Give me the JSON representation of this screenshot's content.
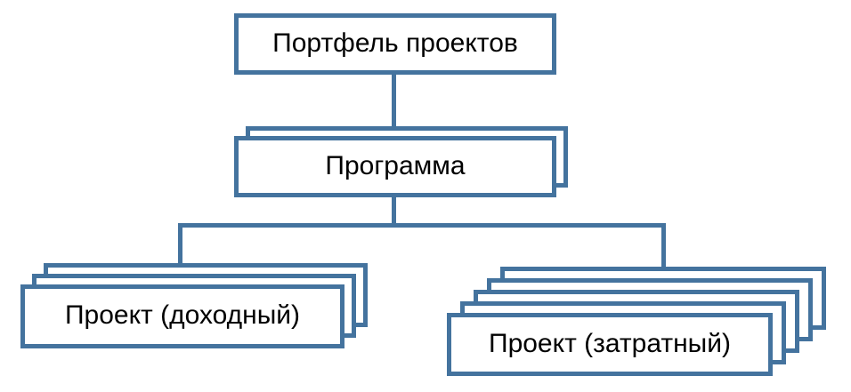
{
  "diagram": {
    "type": "hierarchy",
    "nodes": {
      "portfolio": {
        "label": "Портфель проектов",
        "stack_count": 1
      },
      "program": {
        "label": "Программа",
        "stack_count": 2
      },
      "project_income": {
        "label": "Проект (доходный)",
        "stack_count": 3
      },
      "project_expense": {
        "label": "Проект (затратный)",
        "stack_count": 5
      }
    },
    "edges": [
      {
        "from": "portfolio",
        "to": "program"
      },
      {
        "from": "program",
        "to": "project_income"
      },
      {
        "from": "program",
        "to": "project_expense"
      }
    ],
    "colors": {
      "border": "#44739e",
      "fill": "#ffffff",
      "text": "#000000"
    }
  }
}
